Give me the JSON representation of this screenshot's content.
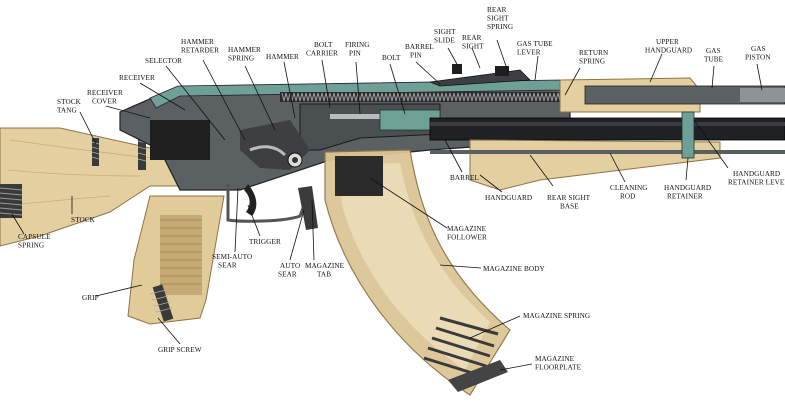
{
  "colors": {
    "wood": "#e3cf9f",
    "wood_dark": "#b99a62",
    "steel": "#2b2b2b",
    "steel_mid": "#555a5e",
    "steel_light": "#8e9396",
    "accent_teal": "#5f8f88",
    "magazine": "#dcc696",
    "leader": "#111111"
  },
  "labels": {
    "rear_sight_spring": [
      "REAR",
      "SIGHT",
      "SPRING"
    ],
    "sight_slide": [
      "SIGHT",
      "SLIDE"
    ],
    "rear_sight": [
      "REAR",
      "SIGHT"
    ],
    "gas_tube_lever": [
      "GAS TUBE",
      "LEVER"
    ],
    "hammer_retarder": [
      "HAMMER",
      "RETARDER"
    ],
    "hammer_spring": [
      "HAMMER",
      "SPRING"
    ],
    "hammer": [
      "HAMMER"
    ],
    "bolt_carrier": [
      "BOLT",
      "CARRIER"
    ],
    "firing_pin": [
      "FIRING",
      "PIN"
    ],
    "barrel_pin": [
      "BARREL",
      "PIN"
    ],
    "bolt": [
      "BOLT"
    ],
    "return_spring": [
      "RETURN",
      "SPRING"
    ],
    "upper_handguard": [
      "UPPER",
      "HANDGUARD"
    ],
    "gas_tube": [
      "GAS",
      "TUBE"
    ],
    "gas_piston": [
      "GAS",
      "PISTON"
    ],
    "selector": [
      "SELECTOR"
    ],
    "receiver": [
      "RECEIVER"
    ],
    "receiver_cover": [
      "RECEIVER",
      "COVER"
    ],
    "stock_tang": [
      "STOCK",
      "TANG"
    ],
    "stock": [
      "STOCK"
    ],
    "capsule_spring": [
      "CAPSULE",
      "SPRING"
    ],
    "grip": [
      "GRIP"
    ],
    "grip_screw": [
      "GRIP SCREW"
    ],
    "trigger": [
      "TRIGGER"
    ],
    "semi_auto_sear": [
      "SEMI-AUTO",
      "SEAR"
    ],
    "auto_sear": [
      "AUTO",
      "SEAR"
    ],
    "magazine_tab": [
      "MAGAZINE",
      "TAB"
    ],
    "barrel": [
      "BARREL"
    ],
    "handguard": [
      "HANDGUARD"
    ],
    "rear_sight_base": [
      "REAR SIGHT",
      "BASE"
    ],
    "cleaning_rod": [
      "CLEANING",
      "ROD"
    ],
    "handguard_retainer": [
      "HANDGUARD",
      "RETAINER"
    ],
    "handguard_retainer_lever": [
      "HANDGUARD",
      "RETAINER LEVER"
    ],
    "magazine_follower": [
      "MAGAZINE",
      "FOLLOWER"
    ],
    "magazine_body": [
      "MAGAZINE BODY"
    ],
    "magazine_spring": [
      "MAGAZINE SPRING"
    ],
    "magazine_floorplate": [
      "MAGAZINE",
      "FLOORPLATE"
    ]
  }
}
